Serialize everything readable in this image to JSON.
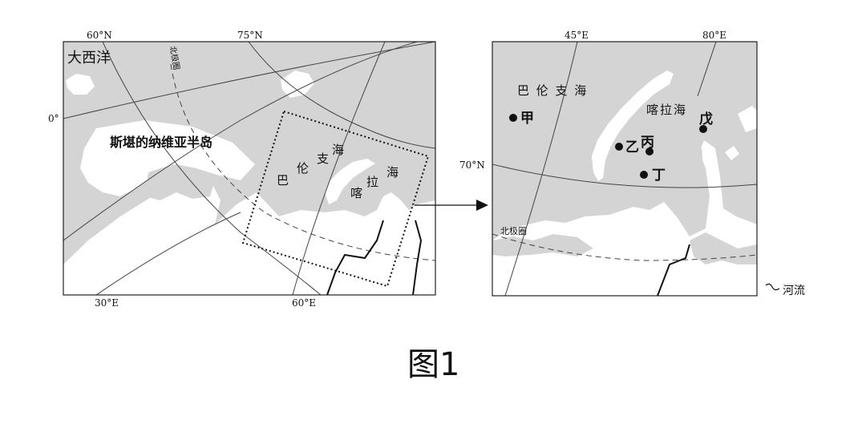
{
  "left_map": {
    "lat_labels": [
      "60°N",
      "75°N",
      "0°"
    ],
    "lon_labels": [
      "30°E",
      "60°E"
    ],
    "atlantic": "大西洋",
    "peninsula": "斯堪的纳维亚半岛",
    "arctic_circle": "北极圈",
    "barents_chars": [
      "巴",
      "伦",
      "支",
      "海"
    ],
    "kara_chars": [
      "喀",
      "拉",
      "海"
    ]
  },
  "right_map": {
    "lon_labels": [
      "45°E",
      "80°E"
    ],
    "lat_label": "70°N",
    "barents": "巴 伦 支 海",
    "kara": "喀拉海",
    "arctic_circle": "北极圈",
    "points": [
      {
        "label": "甲"
      },
      {
        "label": "乙"
      },
      {
        "label": "丙"
      },
      {
        "label": "丁"
      },
      {
        "label": "戊"
      }
    ]
  },
  "legend": {
    "river": "河流"
  },
  "caption": "图1",
  "colors": {
    "land": "#d4d4d4",
    "sea": "#ffffff",
    "line": "#333333"
  }
}
